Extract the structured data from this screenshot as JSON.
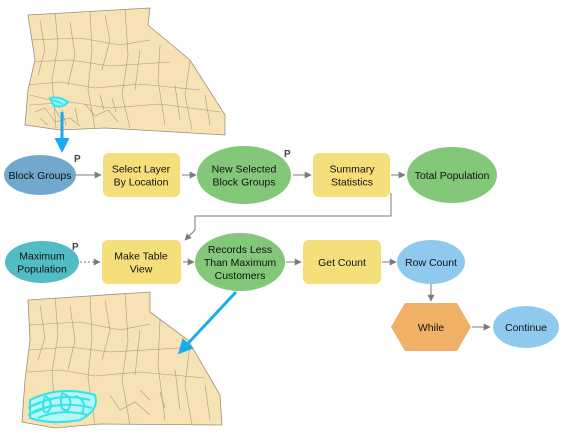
{
  "colors": {
    "data_variable": "#71a8cc",
    "derived": "#82c878",
    "tool": "#f5df7a",
    "iterator": "#f0b066",
    "output_value": "#90c9ee",
    "parameter": "#52bcc4",
    "connector": "#7b7b7b",
    "highlight_arrow": "#1aaaf0",
    "map_fill": "#f6e2b4",
    "map_line": "#9d8f7a",
    "selection": "#33e3ea"
  },
  "nodes": {
    "block_groups": {
      "lines": [
        "Block Groups"
      ]
    },
    "select_layer": {
      "lines": [
        "Select Layer",
        "By Location"
      ]
    },
    "new_selected": {
      "lines": [
        "New Selected",
        "Block Groups"
      ]
    },
    "summary_stats": {
      "lines": [
        "Summary",
        "Statistics"
      ]
    },
    "total_pop": {
      "lines": [
        "Total Population"
      ]
    },
    "max_pop": {
      "lines": [
        "Maximum",
        "Population"
      ]
    },
    "make_table": {
      "lines": [
        "Make Table",
        "View"
      ]
    },
    "records_less": {
      "lines": [
        "Records Less",
        "Than Maximum",
        "Customers"
      ]
    },
    "get_count": {
      "lines": [
        "Get Count"
      ]
    },
    "row_count": {
      "lines": [
        "Row Count"
      ]
    },
    "while_node": {
      "lines": [
        "While"
      ]
    },
    "continue_node": {
      "lines": [
        "Continue"
      ]
    }
  },
  "parameter_flags": {
    "block_groups": "P",
    "new_selected": "P",
    "max_pop": "P"
  }
}
